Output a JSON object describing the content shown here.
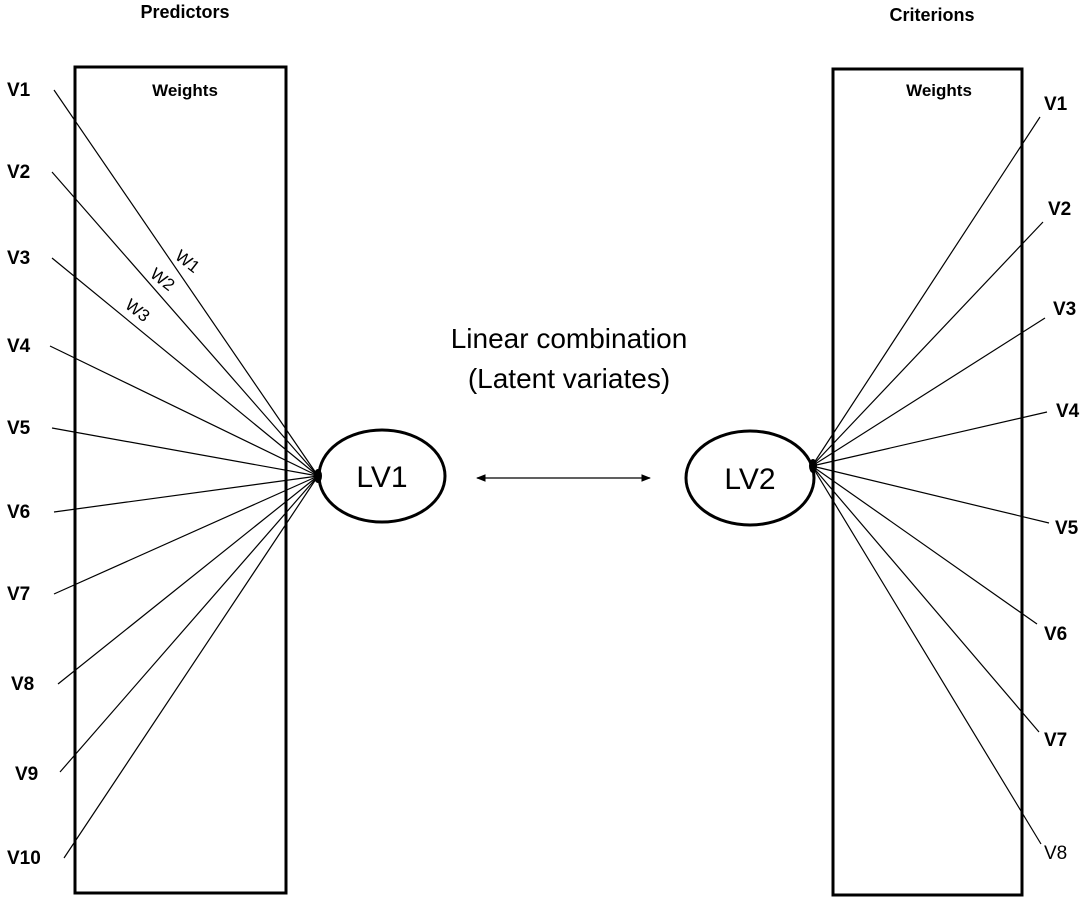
{
  "predictors": {
    "title": "Predictors",
    "box_title": "Weights",
    "variables": [
      "V1",
      "V2",
      "V3",
      "V4",
      "V5",
      "V6",
      "V7",
      "V8",
      "V9",
      "V10"
    ],
    "weight_labels": [
      "W1",
      "W2",
      "W3"
    ]
  },
  "criterions": {
    "title": "Criterions",
    "box_title": "Weights",
    "variables": [
      "V1",
      "V2",
      "V3",
      "V4",
      "V5",
      "V6",
      "V7",
      "V8"
    ]
  },
  "center": {
    "line1": "Linear combination",
    "line2": "(Latent variates)"
  },
  "latent_variates": {
    "left": "LV1",
    "right": "LV2"
  }
}
